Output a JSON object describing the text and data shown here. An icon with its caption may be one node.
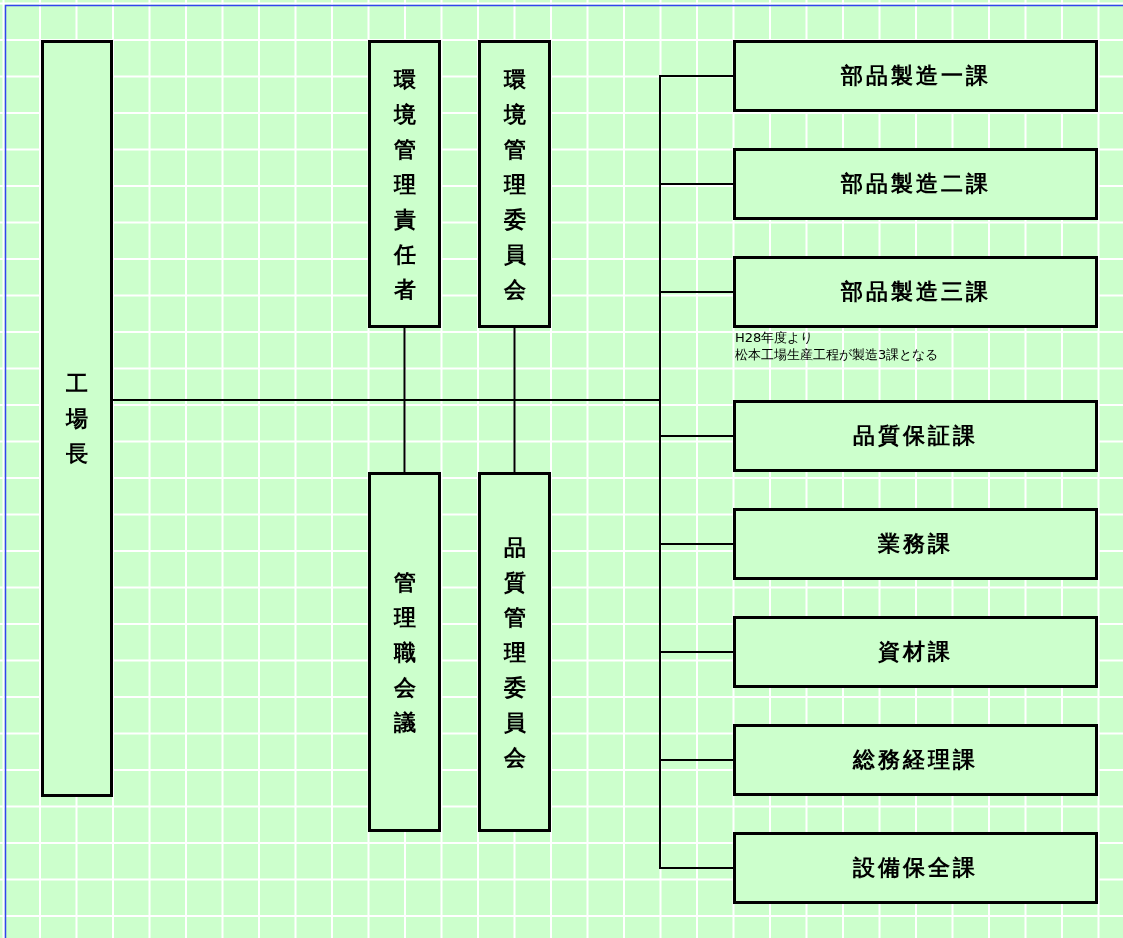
{
  "diagram": {
    "nodes": [
      {
        "text": [
          "工場長"
        ]
      },
      {
        "text": [
          "環境管理責任者"
        ]
      },
      {
        "text": [
          "環境管理委員会"
        ]
      },
      {
        "text": [
          "管理職会議"
        ]
      },
      {
        "text": [
          "品質管理委員会"
        ]
      },
      {
        "text": [
          "部品製造一課"
        ]
      },
      {
        "text": [
          "部品製造二課"
        ]
      },
      {
        "text": [
          "部品製造三課"
        ],
        "beside": [
          "H28年度より",
          "松本工場生産工程が製造3課となる"
        ]
      },
      {
        "text": [
          "品質保証課"
        ]
      },
      {
        "text": [
          "業務課"
        ]
      },
      {
        "text": [
          "資材課"
        ]
      },
      {
        "text": [
          "総務経理課"
        ]
      },
      {
        "text": [
          "設備保全課"
        ]
      }
    ],
    "edges": [
      {
        "from": 0,
        "to": 1,
        "arrow": "none"
      },
      {
        "from": 0,
        "to": 2,
        "arrow": "none"
      },
      {
        "from": 0,
        "to": 3,
        "arrow": "none"
      },
      {
        "from": 0,
        "to": 4,
        "arrow": "none"
      },
      {
        "from": 0,
        "to": 5,
        "arrow": "none"
      },
      {
        "from": 0,
        "to": 6,
        "arrow": "none"
      },
      {
        "from": 0,
        "to": 7,
        "arrow": "none"
      },
      {
        "from": 0,
        "to": 8,
        "arrow": "none"
      },
      {
        "from": 0,
        "to": 9,
        "arrow": "none"
      },
      {
        "from": 0,
        "to": 10,
        "arrow": "none"
      },
      {
        "from": 0,
        "to": 11,
        "arrow": "none"
      },
      {
        "from": 0,
        "to": 12,
        "arrow": "none"
      }
    ]
  }
}
